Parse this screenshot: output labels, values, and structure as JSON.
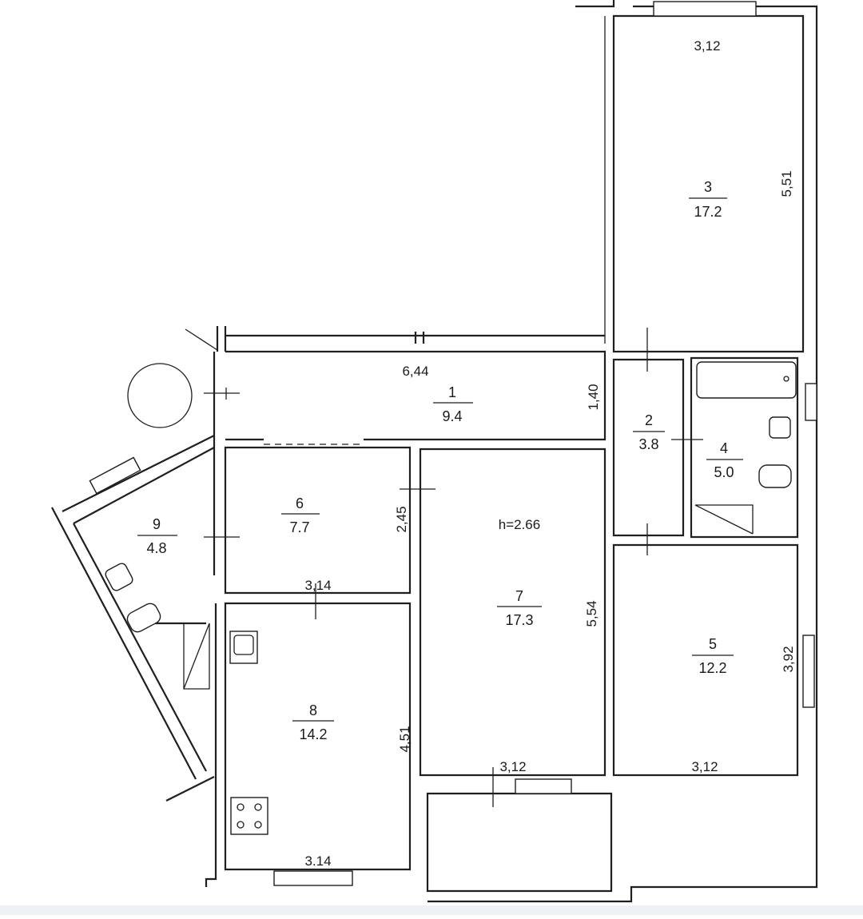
{
  "rooms": [
    {
      "number": "1",
      "area": "9.4"
    },
    {
      "number": "2",
      "area": "3.8"
    },
    {
      "number": "3",
      "area": "17.2"
    },
    {
      "number": "4",
      "area": "5.0"
    },
    {
      "number": "5",
      "area": "12.2"
    },
    {
      "number": "6",
      "area": "7.7"
    },
    {
      "number": "7",
      "area": "17.3"
    },
    {
      "number": "8",
      "area": "14.2"
    },
    {
      "number": "9",
      "area": "4.8"
    }
  ],
  "dimensions": {
    "room3_width": "3,12",
    "room3_length": "5,51",
    "room1_length": "6,44",
    "room1_width": "1,40",
    "room6_depth": "2,45",
    "room6_width": "3,14",
    "room7_length": "5,54",
    "room7_width": "3,12",
    "room5_width": "3,12",
    "room5_length": "3,92",
    "room8_length": "4,51",
    "room8_width": "3.14"
  },
  "ceiling_height": "h=2.66"
}
